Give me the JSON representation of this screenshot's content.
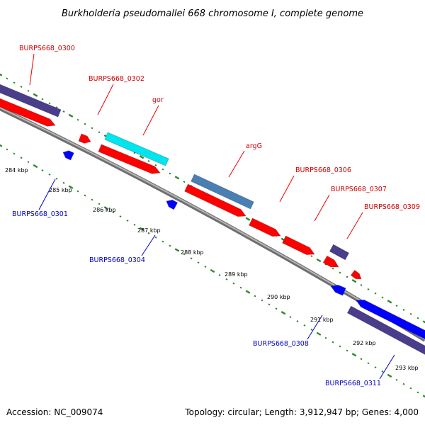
{
  "title": "Burkholderia pseudomallei 668 chromosome I, complete genome",
  "footer": {
    "accession": "Accession: NC_009074",
    "summary": "Topology: circular; Length: 3,912,947 bp; Genes: 4,000"
  },
  "colors": {
    "backbone": "#8c8c8c",
    "tick": "#2e8b2e",
    "forward_label": "#cc0000",
    "reverse_label": "#0000bb",
    "label_line_forward": "#ee0000",
    "label_line_reverse": "#0000cc",
    "gene_red": "#ff0000",
    "gene_blue": "#0000ff",
    "gene_purple": "#4a3d8c",
    "gene_cyan": "#00e5ee",
    "gene_steelblue": "#4a7fb3"
  },
  "scale": {
    "ticks": [
      "284 kbp",
      "285 kbp",
      "286 kbp",
      "287 kbp",
      "288 kbp",
      "289 kbp",
      "290 kbp",
      "291 kbp",
      "292 kbp",
      "293 kbp"
    ]
  },
  "genes": [
    {
      "id": "BURPS668_0300",
      "show_label": true,
      "strand": "forward"
    },
    {
      "id": "BURPS668_0301",
      "show_label": true,
      "strand": "reverse"
    },
    {
      "id": "BURPS668_0302",
      "show_label": true,
      "strand": "forward"
    },
    {
      "id": "gor",
      "show_label": true,
      "strand": "forward"
    },
    {
      "id": "BURPS668_0304",
      "show_label": true,
      "strand": "reverse"
    },
    {
      "id": "argG",
      "show_label": true,
      "strand": "forward"
    },
    {
      "id": "BURPS668_0306",
      "show_label": true,
      "strand": "forward"
    },
    {
      "id": "BURPS668_0307",
      "show_label": true,
      "strand": "forward"
    },
    {
      "id": "BURPS668_0308",
      "show_label": true,
      "strand": "reverse"
    },
    {
      "id": "BURPS668_0309",
      "show_label": true,
      "strand": "forward"
    },
    {
      "id": "BURPS668_0311",
      "show_label": true,
      "strand": "reverse"
    }
  ]
}
